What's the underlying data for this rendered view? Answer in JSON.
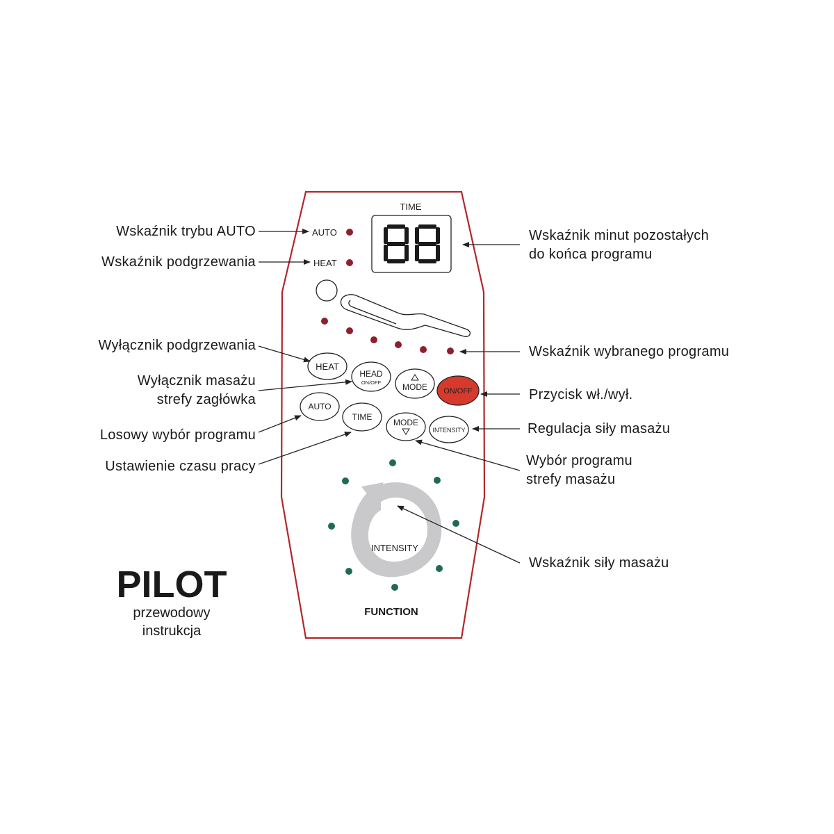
{
  "remote": {
    "time_label": "TIME",
    "display_digits": "88",
    "auto_indicator": "AUTO",
    "heat_indicator": "HEAT",
    "buttons": {
      "heat": "HEAT",
      "head": "HEAD",
      "head_sub": "ON/OFF",
      "mode_up": "MODE",
      "on_off": "ON/OFF",
      "auto": "AUTO",
      "time": "TIME",
      "mode_down": "MODE",
      "intensity": "INTENSITY"
    },
    "dial_label": "INTENSITY",
    "footer": "FUNCTION"
  },
  "callouts": {
    "auto_indicator": "Wskaźnik trybu AUTO",
    "heat_indicator": "Wskaźnik podgrzewania",
    "timer_line1": "Wskaźnik minut pozostałych",
    "timer_line2": "do końca programu",
    "heat_switch": "Wyłącznik podgrzewania",
    "head_line1": "Wyłącznik masażu",
    "head_line2": "strefy zagłówka",
    "program_indicator": "Wskaźnik wybranego programu",
    "power_button": "Przycisk wł./wył.",
    "random_program": "Losowy wybór programu",
    "intensity_adjust": "Regulacja siły masażu",
    "set_time": "Ustawienie czasu pracy",
    "zone_line1": "Wybór programu",
    "zone_line2": "strefy masażu",
    "intensity_indicator": "Wskaźnik siły masażu"
  },
  "title": {
    "main": "PILOT",
    "line1": "przewodowy",
    "line2": "instrukcja"
  },
  "colors": {
    "outline": "#b3262a",
    "red_led": "#8e1f2b",
    "green_led": "#1f6b4f",
    "power_button": "#d63a2c",
    "dial_gray": "#c9c9cb"
  }
}
